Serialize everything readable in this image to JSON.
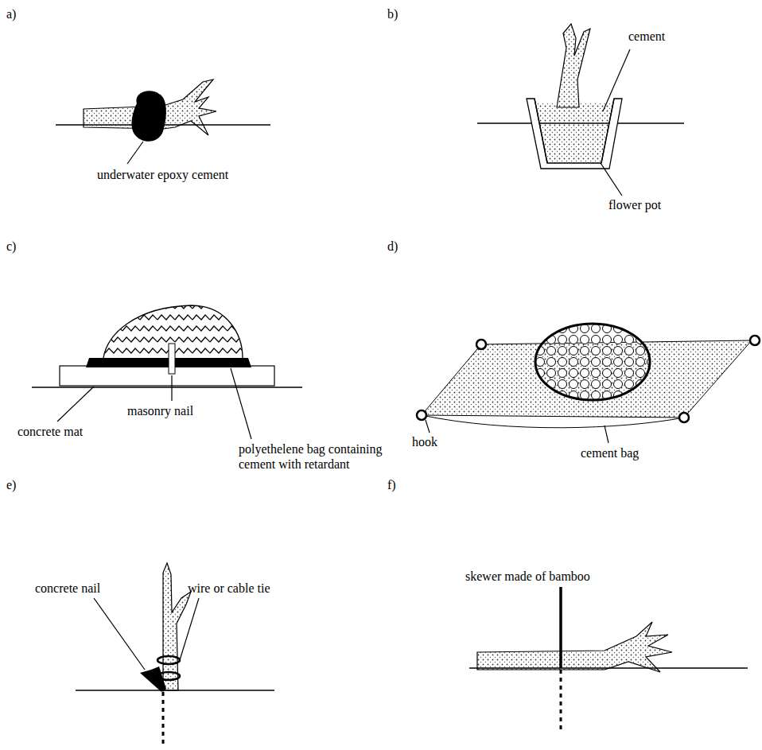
{
  "diagram": {
    "labels": [
      "a)",
      "b)",
      "underwater epoxy cement",
      "cement",
      "flower pot",
      "c)",
      "d)",
      "masonry nail",
      "concrete mat",
      "polyethelene bag containing cement with retardant",
      "hook",
      "cement bag",
      "e)",
      "f)",
      "concrete nail",
      "wire or cable tie",
      "skewer made of bamboo"
    ]
  }
}
